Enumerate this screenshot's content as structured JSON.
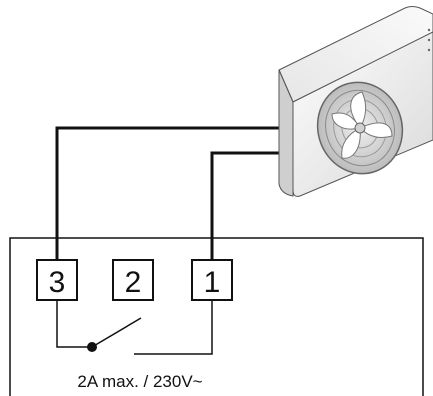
{
  "terminals": [
    {
      "id": "3",
      "label": "3"
    },
    {
      "id": "2",
      "label": "2"
    },
    {
      "id": "1",
      "label": "1"
    }
  ],
  "rating_label": "2A max. / 230V~",
  "device": {
    "icon": "outdoor-fan-unit-icon"
  },
  "colors": {
    "line": "#111111",
    "unit_body": "#f2f2f2",
    "unit_shadow": "#d4d4d4"
  }
}
